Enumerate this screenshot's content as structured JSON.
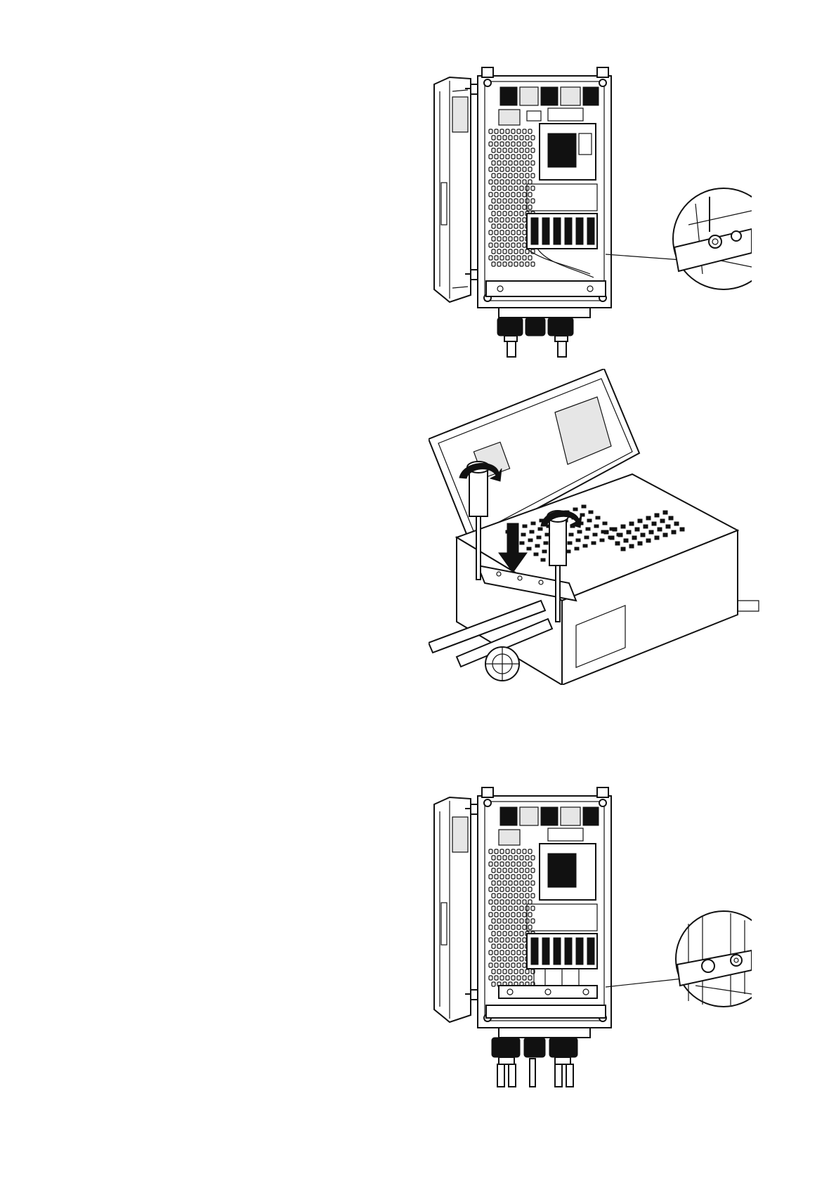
{
  "page": {
    "background": "#ffffff",
    "line_color": "#111111"
  },
  "figures": [
    {
      "id": "figure-1",
      "icon": "drive-open-cover-front-view-with-cable-detail"
    },
    {
      "id": "figure-2",
      "icon": "drive-cover-open-isometric-with-screw-clamp-arrows"
    },
    {
      "id": "figure-3",
      "icon": "drive-front-view-with-clamp-detail"
    }
  ]
}
